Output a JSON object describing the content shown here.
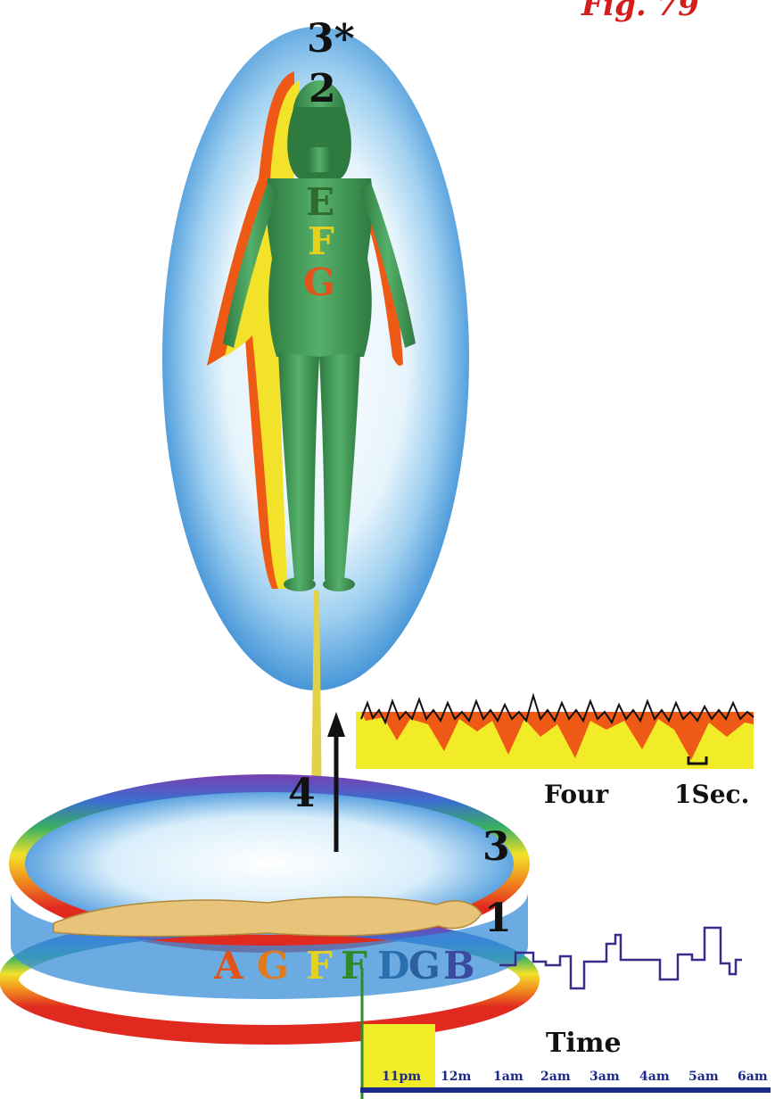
{
  "figure": {
    "title": "Fig. 79"
  },
  "body_labels": {
    "aura_outer": "3*",
    "head": "2",
    "ring": "3",
    "connector": "4",
    "body": "1"
  },
  "chakra_letters_upper": [
    {
      "letter": "E",
      "color": "#2f6b2a"
    },
    {
      "letter": "F",
      "color": "#e6d21a"
    },
    {
      "letter": "G",
      "color": "#e0541b"
    }
  ],
  "chakra_letters_lower": [
    {
      "letter": "A",
      "color": "#e0541b"
    },
    {
      "letter": "G",
      "color": "#e07a1b"
    },
    {
      "letter": "F",
      "color": "#e6d21a"
    },
    {
      "letter": "F",
      "color": "#2f8a2a"
    },
    {
      "letter": "D",
      "color": "#2a6fb0"
    },
    {
      "letter": "G",
      "color": "#2a5fa0"
    },
    {
      "letter": "B",
      "color": "#3a4aa0"
    }
  ],
  "eeg": {
    "label": "Four",
    "scale_label": "1Sec."
  },
  "hypnogram": {
    "title": "Time",
    "hours": [
      "11pm",
      "12m",
      "1am",
      "2am",
      "3am",
      "4am",
      "5am",
      "6am"
    ]
  },
  "colors": {
    "aura_blue": "#3a8fd8",
    "body_green": "#3f9a55",
    "eeg_yellow": "#f2ec28",
    "eeg_orange": "#ee5a16",
    "hypnogram_line": "#3a2a8c",
    "title_red": "#d41d1d"
  }
}
